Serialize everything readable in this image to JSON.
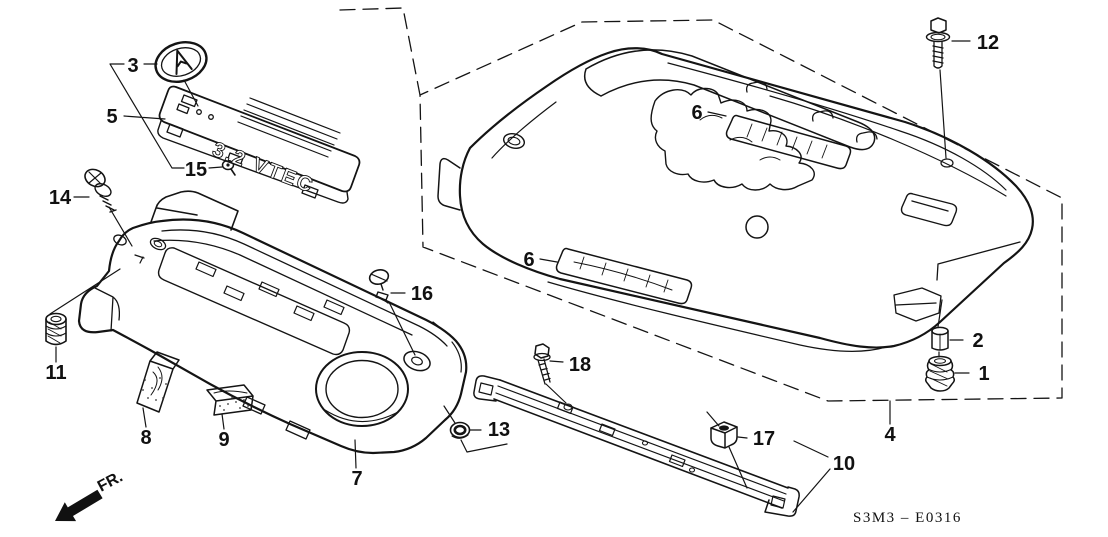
{
  "diagram": {
    "code": "S3M3 – E0316",
    "direction_label": "FR.",
    "cover_badge_text": "3.2 VTEC"
  },
  "callouts": {
    "c1": "1",
    "c2": "2",
    "c3": "3",
    "c4": "4",
    "c5": "5",
    "c6_upper": "6",
    "c6_lower": "6",
    "c7": "7",
    "c8": "8",
    "c9": "9",
    "c10": "10",
    "c11": "11",
    "c12": "12",
    "c13": "13",
    "c14": "14",
    "c15": "15",
    "c16": "16",
    "c17": "17",
    "c18": "18"
  }
}
